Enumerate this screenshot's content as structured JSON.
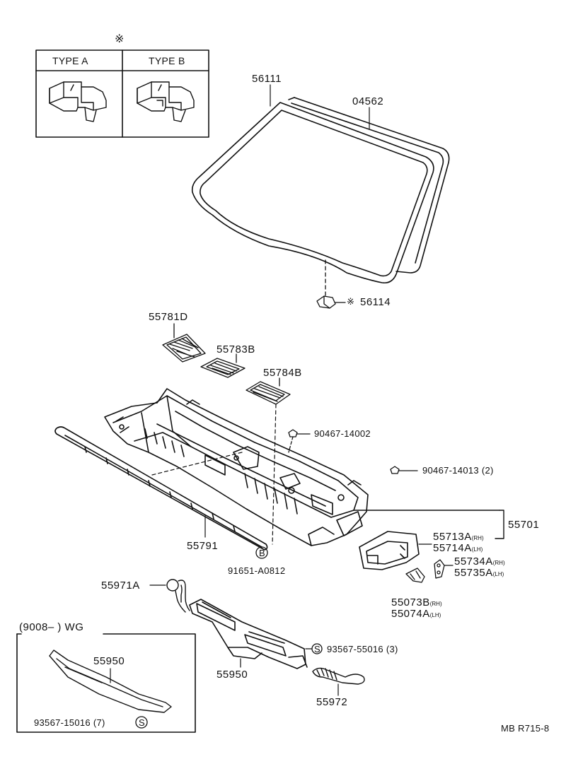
{
  "legend_box": {
    "mark": "※",
    "type_a": "TYPE A",
    "type_b": "TYPE B"
  },
  "labels": {
    "windshield": "56111",
    "molding": "04562",
    "clip": "56114",
    "clip_mark": "※",
    "louver_d": "55781D",
    "louver_b1": "55783B",
    "louver_b2": "55784B",
    "screw_1": "90467-14002",
    "screw_2": "90467-14013 (2)",
    "cowl_panel": "55701",
    "brace_rh": "55713A",
    "brace_rh_side": "(RH)",
    "brace_lh": "55714A",
    "brace_lh_side": "(LH)",
    "bracket_rh": "55734A",
    "bracket_rh_side": "(RH)",
    "bracket_lh": "55735A",
    "bracket_lh_side": "(LH)",
    "seal_rh": "55073B",
    "seal_rh_side": "(RH)",
    "seal_lh": "55074A",
    "seal_lh_side": "(LH)",
    "weatherstrip": "55791",
    "bolt_mark": "B",
    "bolt": "91651-A0812",
    "hose_a": "55971A",
    "duct": "55950",
    "screw_3": "93567-55016 (3)",
    "screw_3_mark": "S",
    "hose_b": "55972",
    "wg_heading": "(9008–        ) WG",
    "wg_duct": "55950",
    "wg_screw": "93567-15016 (7)",
    "wg_screw_mark": "S",
    "drawing_code": "MB R715-8"
  },
  "icons": {
    "clip_type_a": "clip-type-a-icon",
    "clip_type_b": "clip-type-b-icon"
  }
}
